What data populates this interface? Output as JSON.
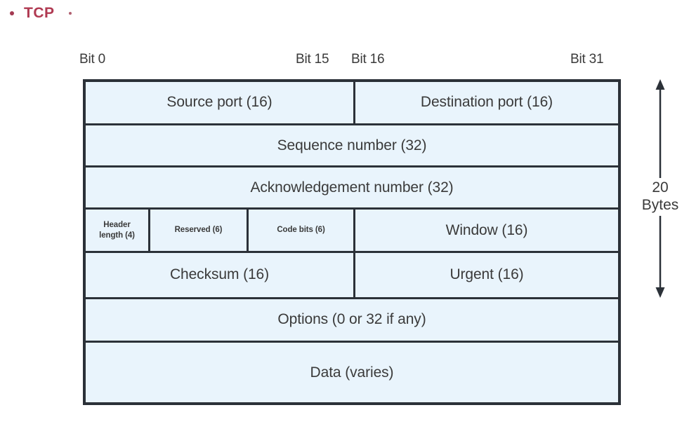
{
  "slide": {
    "title": "TCP",
    "bullet_glyph": "bullet-dot",
    "title_color": "#b03a52"
  },
  "bit_ruler": {
    "labels": [
      {
        "name": "bit-0",
        "text": "Bit 0"
      },
      {
        "name": "bit-15",
        "text": "Bit 15"
      },
      {
        "name": "bit-16",
        "text": "Bit 16"
      },
      {
        "name": "bit-31",
        "text": "Bit 31"
      }
    ]
  },
  "annotation": {
    "size_value": "20",
    "size_unit": "Bytes",
    "arrow": "double-headed-vertical-arrow"
  },
  "colors": {
    "cell_fill": "#e9f4fc",
    "border": "#2b3138",
    "text": "#3a3a3a",
    "title": "#b03a52"
  },
  "header_table": {
    "name": "tcp-header-format",
    "rows": [
      {
        "name": "row-ports",
        "cells": [
          {
            "name": "cell-source-port",
            "label": "Source port (16)",
            "bits": 16
          },
          {
            "name": "cell-destination-port",
            "label": "Destination port (16)",
            "bits": 16
          }
        ]
      },
      {
        "name": "row-sequence",
        "cells": [
          {
            "name": "cell-sequence-number",
            "label": "Sequence number (32)",
            "bits": 32
          }
        ]
      },
      {
        "name": "row-ack",
        "cells": [
          {
            "name": "cell-acknowledgement-number",
            "label": "Acknowledgement number (32)",
            "bits": 32
          }
        ]
      },
      {
        "name": "row-flags",
        "cells": [
          {
            "name": "cell-header-length",
            "label": "Header length (4)",
            "label_line1": "Header",
            "label_line2": "length (4)",
            "bits": 4
          },
          {
            "name": "cell-reserved",
            "label": "Reserved (6)",
            "bits": 6
          },
          {
            "name": "cell-code-bits",
            "label": "Code bits (6)",
            "bits": 6
          },
          {
            "name": "cell-window",
            "label": "Window (16)",
            "bits": 16
          }
        ]
      },
      {
        "name": "row-checksum",
        "cells": [
          {
            "name": "cell-checksum",
            "label": "Checksum (16)",
            "bits": 16
          },
          {
            "name": "cell-urgent",
            "label": "Urgent (16)",
            "bits": 16
          }
        ]
      },
      {
        "name": "row-options",
        "cells": [
          {
            "name": "cell-options",
            "label": "Options (0 or 32 if any)",
            "bits": 32
          }
        ]
      },
      {
        "name": "row-data",
        "cells": [
          {
            "name": "cell-data",
            "label": "Data (varies)",
            "bits": null
          }
        ]
      }
    ]
  }
}
